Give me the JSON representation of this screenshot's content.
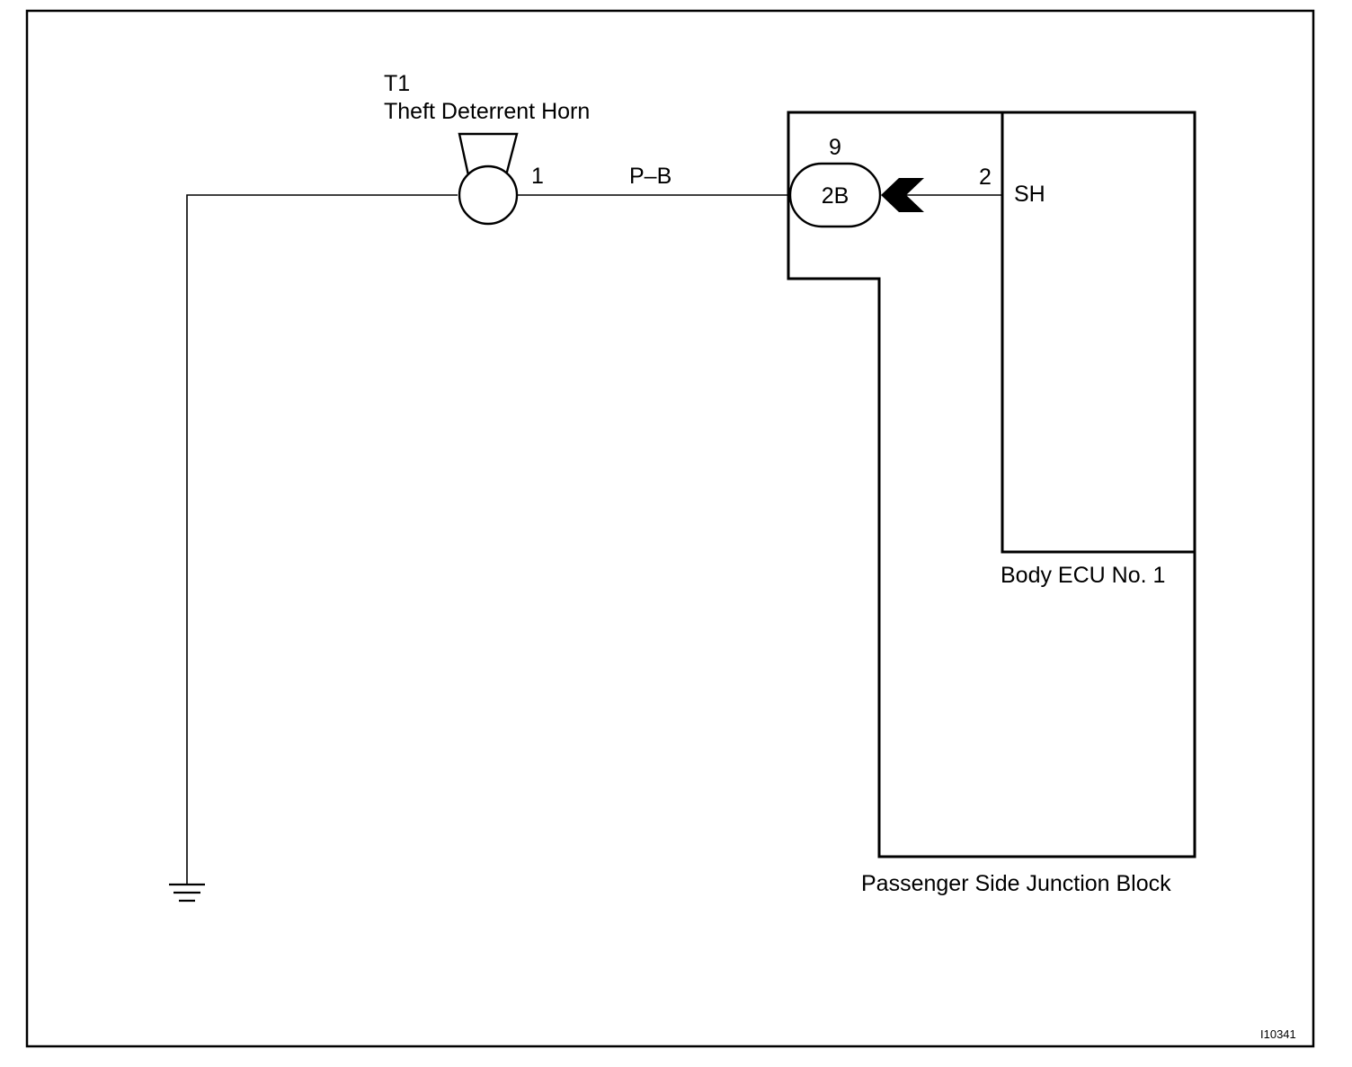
{
  "diagram": {
    "horn": {
      "code": "T1",
      "name": "Theft Deterrent Horn",
      "pin": "1"
    },
    "wire": {
      "color_code": "P–B"
    },
    "junction_block": {
      "connector_code": "2B",
      "pin": "9",
      "name": "Passenger Side Junction Block"
    },
    "ecu": {
      "pin": "2",
      "terminal": "SH",
      "name": "Body ECU No. 1"
    },
    "figure_id": "I10341",
    "colors": {
      "line": "#000000",
      "background": "#ffffff"
    }
  }
}
